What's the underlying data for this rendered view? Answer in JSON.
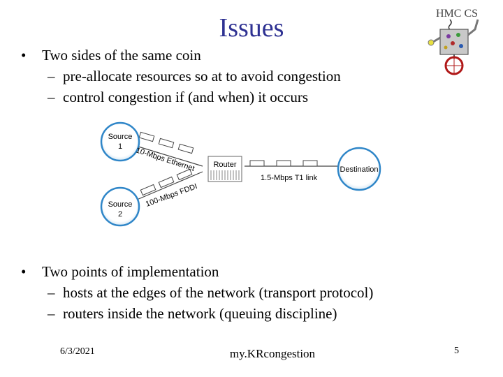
{
  "slide": {
    "title": "Issues",
    "top_bullet": "Two sides of the same coin",
    "top_subbullets": [
      "pre-allocate resources so at to avoid congestion",
      "control congestion if (and when) it occurs"
    ],
    "bottom_bullet": "Two points of implementation",
    "bottom_subbullets": [
      "hosts at the edges of the network (transport protocol)",
      "routers inside the network (queuing discipline)"
    ]
  },
  "diagram": {
    "source1_line1": "Source",
    "source1_line2": "1",
    "source2_line1": "Source",
    "source2_line2": "2",
    "router_label": "Router",
    "destination_label": "Destination",
    "link1_label": "10-Mbps Ethernet",
    "link2_label": "100-Mbps FDDI",
    "link3_label": "1.5-Mbps T1 link"
  },
  "logo": {
    "text": "HMC CS",
    "icon": "hmc-robot-logo-icon"
  },
  "footer": {
    "date": "6/3/2021",
    "name": "my.KRcongestion",
    "page": "5"
  },
  "colors": {
    "title": "#2e3192",
    "node_outline": "#2f86c8"
  }
}
